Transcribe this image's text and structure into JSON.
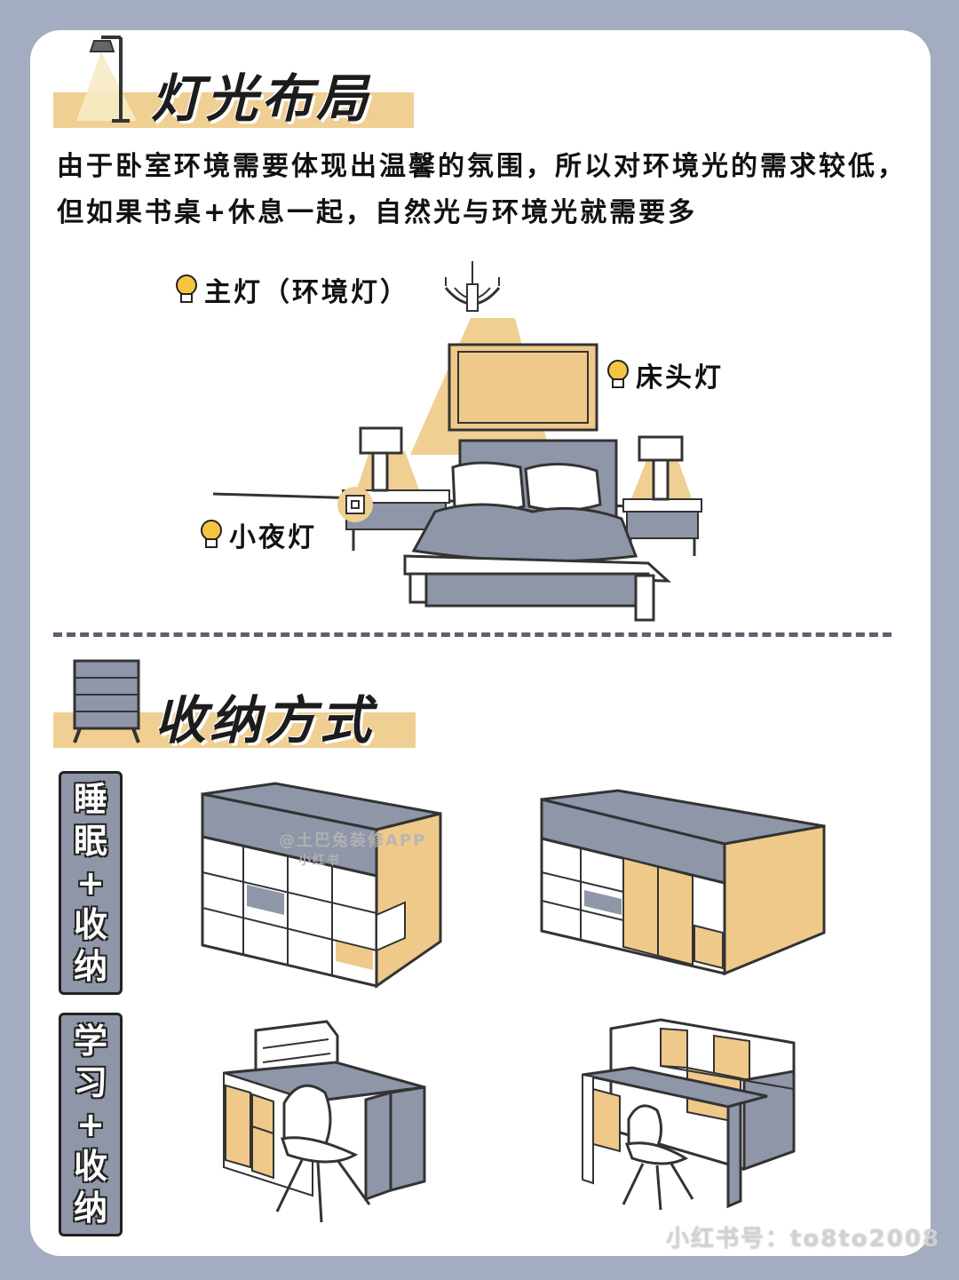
{
  "section_lighting": {
    "title": "灯光布局",
    "intro": "由于卧室环境需要体现出温馨的氛围，所以对环境光的需求较低，但如果书桌+休息一起，自然光与环境光就需要多",
    "labels": {
      "main_light": "主灯（环境灯）",
      "bedside_light": "床头灯",
      "night_light": "小夜灯"
    }
  },
  "section_storage": {
    "title": "收纳方式",
    "tags": [
      [
        "睡",
        "眠",
        "+",
        "收",
        "纳"
      ],
      [
        "学",
        "习",
        "+",
        "收",
        "纳"
      ]
    ]
  },
  "watermarks": {
    "center": "@土巴兔装修APP",
    "center_sub": "小红书",
    "bottom": "小红书号：to8to2008"
  },
  "colors": {
    "background": "#a3acc0",
    "accent_yellow": "#f0cf93",
    "gray_blue": "#8e96a8",
    "wood": "#efc98a"
  }
}
